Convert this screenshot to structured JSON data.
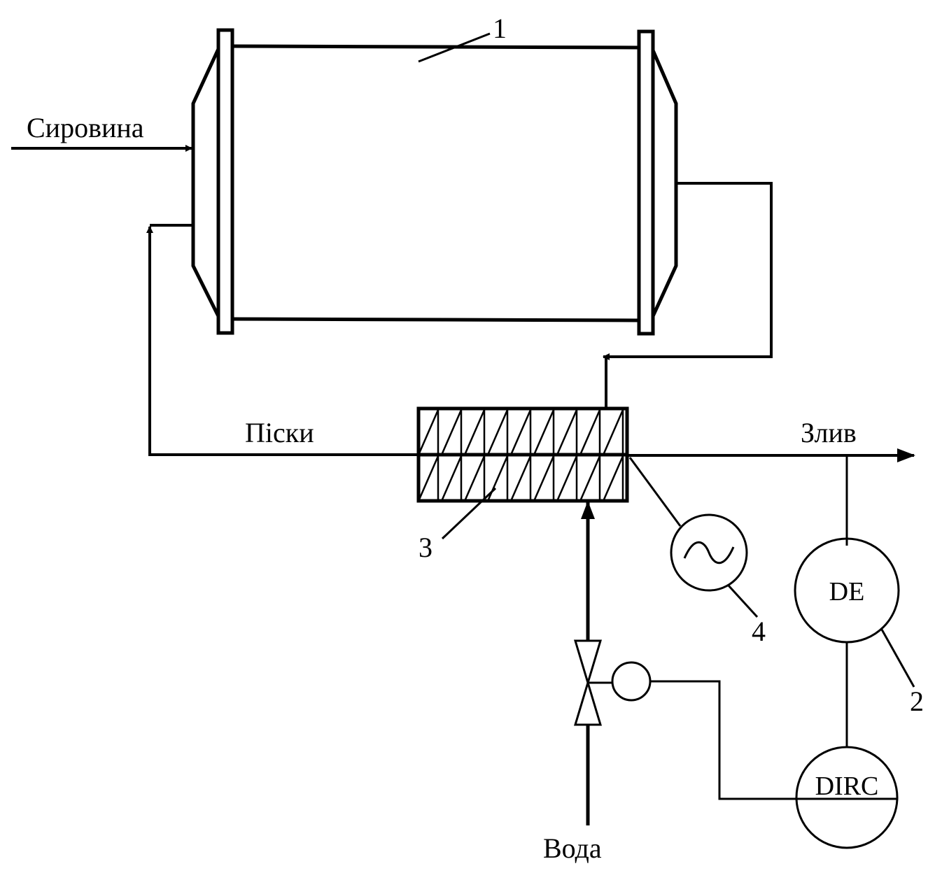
{
  "labels": {
    "input": "Сировина",
    "sands": "Піски",
    "overflow": "Злив",
    "water": "Вода"
  },
  "numbers": {
    "mill": "1",
    "densimeter": "2",
    "classifier": "3",
    "sensor": "4"
  },
  "instruments": {
    "density_element": "DE",
    "controller": "DIRC"
  }
}
